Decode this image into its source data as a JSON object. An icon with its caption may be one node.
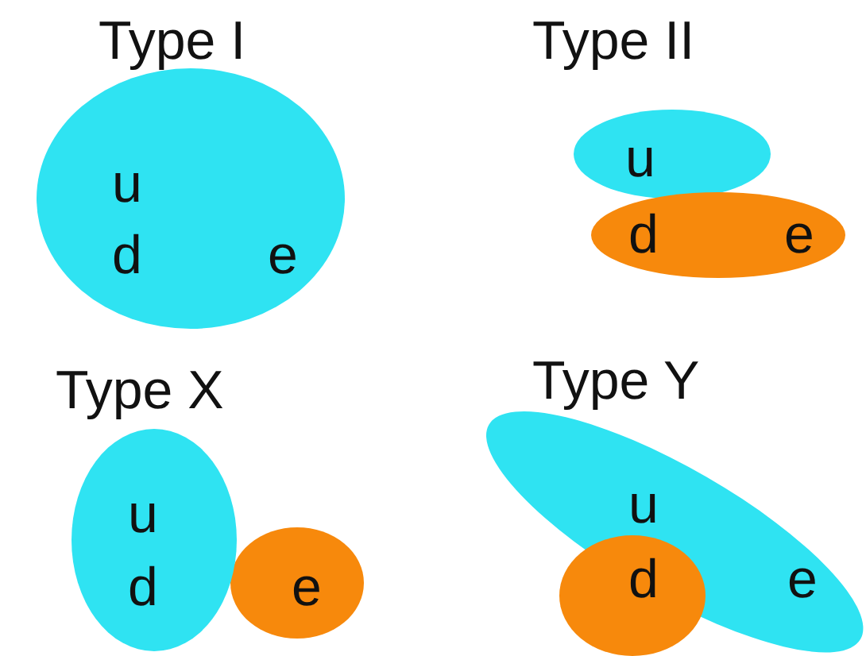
{
  "diagram": {
    "nodes": [
      {
        "text": [
          "u",
          "d",
          "e"
        ]
      },
      {
        "text": [
          "u"
        ]
      },
      {
        "text": [
          "d",
          "e"
        ]
      },
      {
        "text": [
          "u",
          "d"
        ]
      },
      {
        "text": [
          "e"
        ]
      },
      {
        "text": [
          "u",
          "e"
        ]
      },
      {
        "text": [
          "d"
        ]
      }
    ],
    "labels": [
      "Type I",
      "Type II",
      "Type X",
      "Type Y"
    ]
  }
}
